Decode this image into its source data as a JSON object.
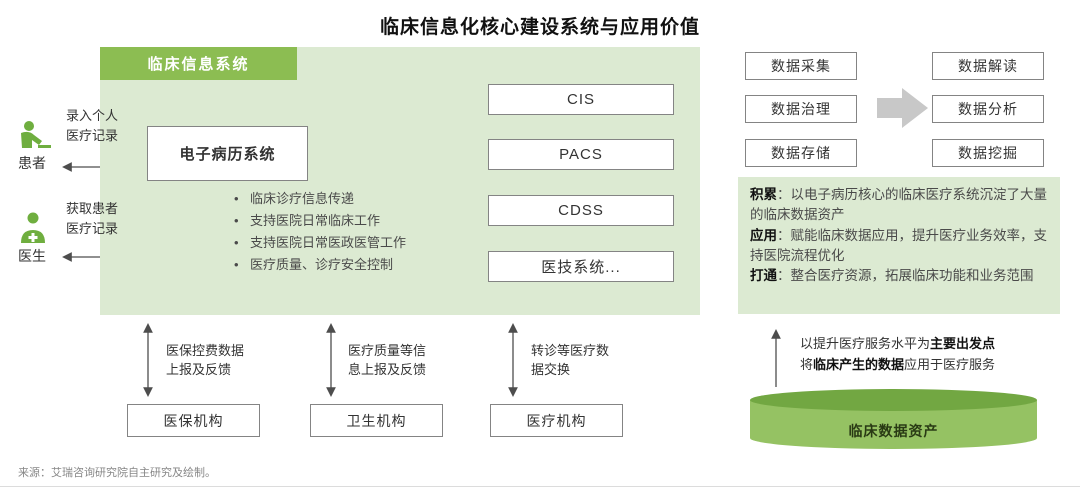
{
  "title": "临床信息化核心建设系统与应用价值",
  "panel": {
    "header": "临床信息系统",
    "emr": "电子病历系统",
    "systems": [
      "CIS",
      "PACS",
      "CDSS",
      "医技系统..."
    ],
    "bullets": [
      "临床诊疗信息传递",
      "支持医院日常临床工作",
      "支持医院日常医政医管工作",
      "医疗质量、诊疗安全控制"
    ]
  },
  "actors": [
    {
      "label": "患者",
      "action": "录入个人\n医疗记录"
    },
    {
      "label": "医生",
      "action": "获取患者\n医疗记录"
    }
  ],
  "external_links": [
    {
      "desc": "医保控费数据\n上报及反馈",
      "org": "医保机构"
    },
    {
      "desc": "医疗质量等信\n息上报及反馈",
      "org": "卫生机构"
    },
    {
      "desc": "转诊等医疗数\n据交换",
      "org": "医疗机构"
    }
  ],
  "data_pipeline": {
    "stage1": [
      "数据采集",
      "数据治理",
      "数据存储"
    ],
    "stage2": [
      "数据解读",
      "数据分析",
      "数据挖掘"
    ]
  },
  "value_points": [
    {
      "label": "积累",
      "text": "：以电子病历核心的临床医疗系统沉淀了大量的临床数据资产"
    },
    {
      "label": "应用",
      "text": "：赋能临床数据应用，提升医疗业务效率，支持医院流程优化"
    },
    {
      "label": "打通",
      "text": "：整合医疗资源，拓展临床功能和业务范围"
    }
  ],
  "note": {
    "line1_pre": "以提升医疗服务水平为",
    "line1_bold": "主要出发点",
    "line2_pre": "将",
    "line2_bold": "临床产生的数据",
    "line2_post": "应用于医疗服务"
  },
  "cylinder_label": "临床数据资产",
  "source": "来源：艾瑞咨询研究院自主研究及绘制。",
  "colors": {
    "panel_bg": "#dcead2",
    "accent_green": "#8cbd52",
    "cylinder_top": "#72a742",
    "cylinder_body": "#95c263",
    "arrow_gray": "#c8c8c8",
    "icon_green": "#6fae3f"
  }
}
